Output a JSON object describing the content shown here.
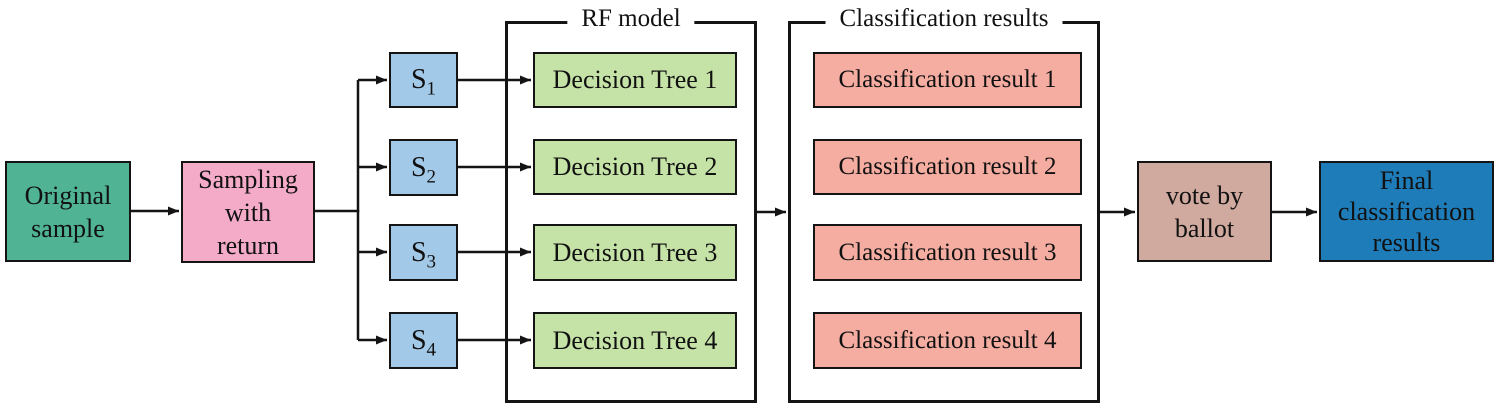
{
  "groups": {
    "rf_model": "RF model",
    "classification_results": "Classification results"
  },
  "nodes": {
    "original_sample": {
      "lines": [
        "Original",
        "sample"
      ]
    },
    "sampling_with_return": {
      "lines": [
        "Sampling",
        "with",
        "return"
      ]
    },
    "vote_by_ballot": {
      "lines": [
        "vote by",
        "ballot"
      ]
    },
    "final_classification": {
      "lines": [
        "Final",
        "classification",
        "results"
      ]
    }
  },
  "samples": [
    {
      "base": "S",
      "sub": "1"
    },
    {
      "base": "S",
      "sub": "2"
    },
    {
      "base": "S",
      "sub": "3"
    },
    {
      "base": "S",
      "sub": "4"
    }
  ],
  "decision_trees": [
    "Decision Tree 1",
    "Decision Tree 2",
    "Decision Tree 3",
    "Decision Tree 4"
  ],
  "classification_results": [
    "Classification result 1",
    "Classification result 2",
    "Classification result 3",
    "Classification result 4"
  ],
  "colors": {
    "original_sample": "#4FB394",
    "sampling_with_return": "#F3ABC7",
    "sample_boxes": "#A3C9E9",
    "decision_trees": "#C5E2A7",
    "classification_results": "#F5ADA2",
    "vote_by_ballot": "#D1AA9F",
    "final_classification": "#1E7CB8",
    "border": "#141414",
    "background": "#FFFFFF"
  }
}
